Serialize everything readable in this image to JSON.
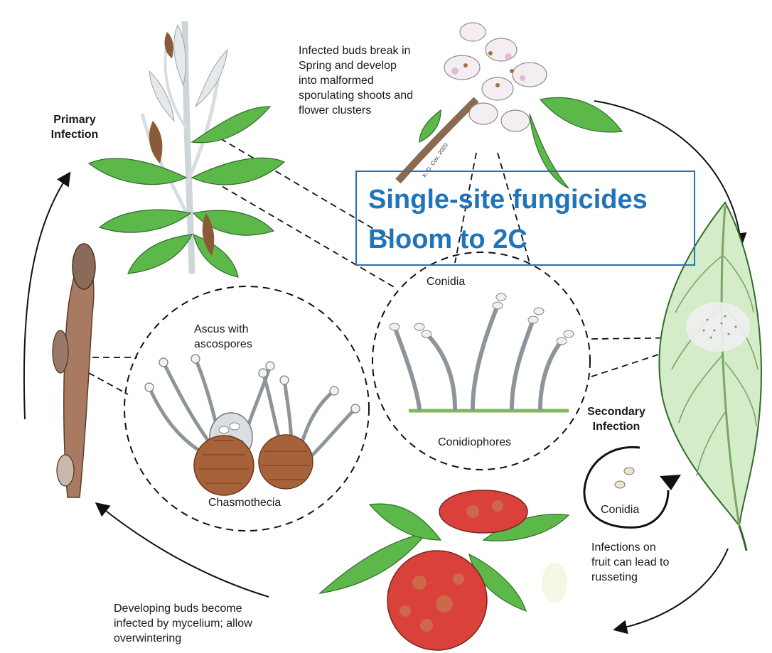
{
  "callout": {
    "line1": "Single-site fungicides",
    "line2": "Bloom to 2C",
    "color": "#1f74bb"
  },
  "labels": {
    "infected_buds": "Infected buds break in\nSpring and develop\ninto malformed\nsporulating shoots and\nflower clusters",
    "primary_infection": "Primary\nInfection",
    "secondary_infection": "Secondary\nInfection",
    "conidia_top": "Conidia",
    "conidiophores": "Conidiophores",
    "ascus": "Ascus with\nascospores",
    "chasmothecia": "Chasmothecia",
    "conidia_cycle": "Conidia",
    "fruit_infections": "Infections on\nfruit can lead to\nrusseting",
    "developing_buds": "Developing buds become\ninfected by mycelium; allow\noverwintering",
    "signature": "K. D. Cox, 2020"
  },
  "colors": {
    "leaf_green": "#5db84a",
    "fruit_red": "#d9413a",
    "chasmothecia_brown": "#a8623a",
    "twig_brown": "#9a6b52"
  }
}
